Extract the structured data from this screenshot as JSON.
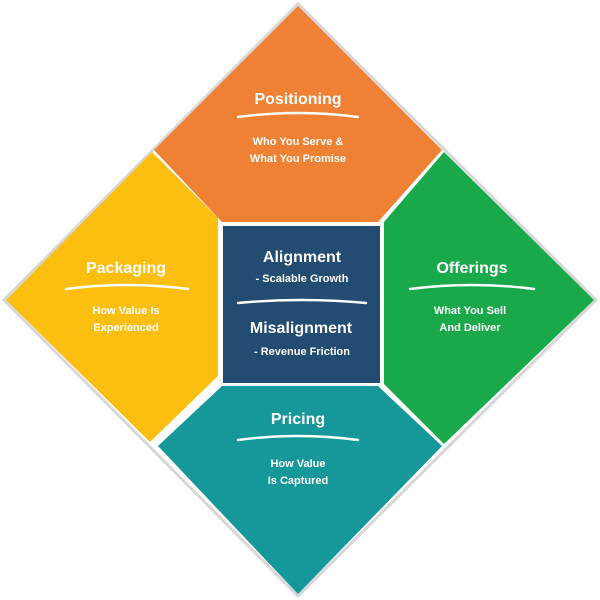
{
  "positioning": {
    "title": "Positioning",
    "line1": "Who You Serve &",
    "line2": "What You Promise",
    "color": "#EE8134"
  },
  "packaging": {
    "title": "Packaging",
    "line1": "How Value Is",
    "line2": "Experienced",
    "color": "#FCBF0F"
  },
  "offerings": {
    "title": "Offerings",
    "line1": "What You Sell",
    "line2": "And Deliver",
    "color": "#19A94B"
  },
  "pricing": {
    "title": "Pricing",
    "line1": "How Value",
    "line2": "Is Captured",
    "color": "#16989A"
  },
  "center": {
    "alignment_title": "Alignment",
    "alignment_sub": "-  Scalable Growth",
    "misalignment_title": "Misalignment",
    "misalignment_sub": "-  Revenue Friction",
    "color": "#234C73"
  }
}
